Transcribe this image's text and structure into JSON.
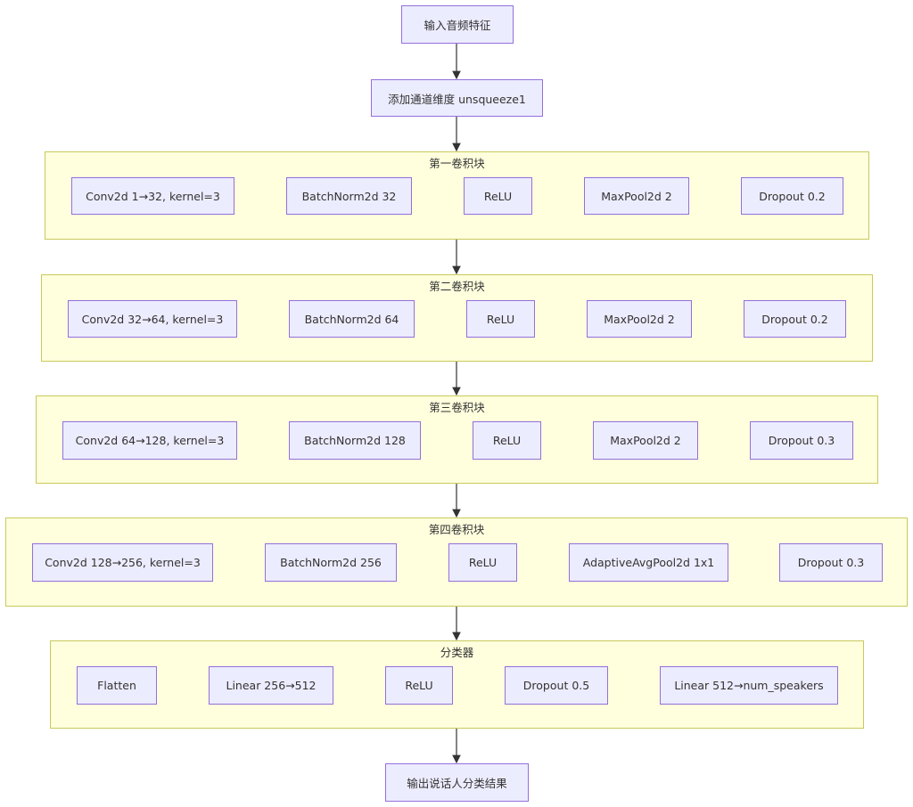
{
  "nodes": {
    "input": "输入音频特征",
    "unsqueeze": "添加通道维度 unsqueeze1",
    "output": "输出说话人分类结果"
  },
  "block1": {
    "title": "第一卷积块",
    "conv": "Conv2d 1→32, kernel=3",
    "bn": "BatchNorm2d 32",
    "relu": "ReLU",
    "pool": "MaxPool2d 2",
    "dropout": "Dropout 0.2"
  },
  "block2": {
    "title": "第二卷积块",
    "conv": "Conv2d 32→64, kernel=3",
    "bn": "BatchNorm2d 64",
    "relu": "ReLU",
    "pool": "MaxPool2d 2",
    "dropout": "Dropout 0.2"
  },
  "block3": {
    "title": "第三卷积块",
    "conv": "Conv2d 64→128, kernel=3",
    "bn": "BatchNorm2d 128",
    "relu": "ReLU",
    "pool": "MaxPool2d 2",
    "dropout": "Dropout 0.3"
  },
  "block4": {
    "title": "第四卷积块",
    "conv": "Conv2d 128→256, kernel=3",
    "bn": "BatchNorm2d 256",
    "relu": "ReLU",
    "pool": "AdaptiveAvgPool2d 1x1",
    "dropout": "Dropout 0.3"
  },
  "classifier": {
    "title": "分类器",
    "flatten": "Flatten",
    "linear1": "Linear 256→512",
    "relu": "ReLU",
    "dropout": "Dropout 0.5",
    "linear2": "Linear 512→num_speakers"
  },
  "colors": {
    "node_fill": "#ececff",
    "node_border": "#9370db",
    "cluster_fill": "#ffffde",
    "cluster_border": "#c9c95a",
    "edge": "#333333"
  }
}
